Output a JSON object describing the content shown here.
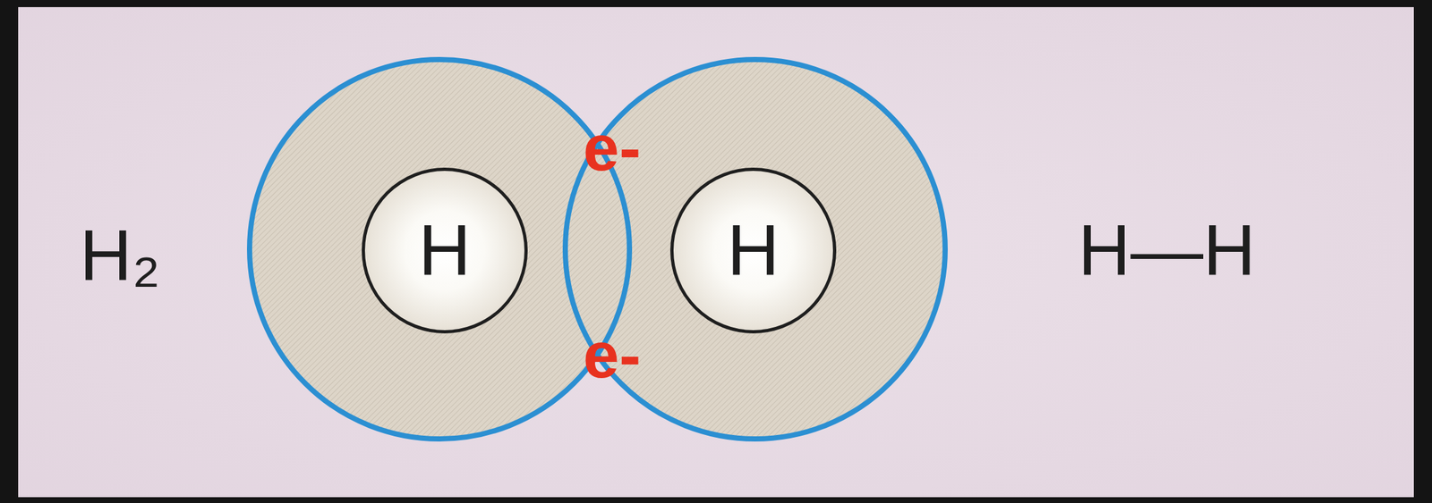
{
  "diagram": {
    "nodes": [
      {
        "text": [
          "H"
        ]
      },
      {
        "text": [
          "H"
        ]
      }
    ],
    "labels": [
      "H₂",
      "e-",
      "e-",
      "H—H"
    ]
  }
}
